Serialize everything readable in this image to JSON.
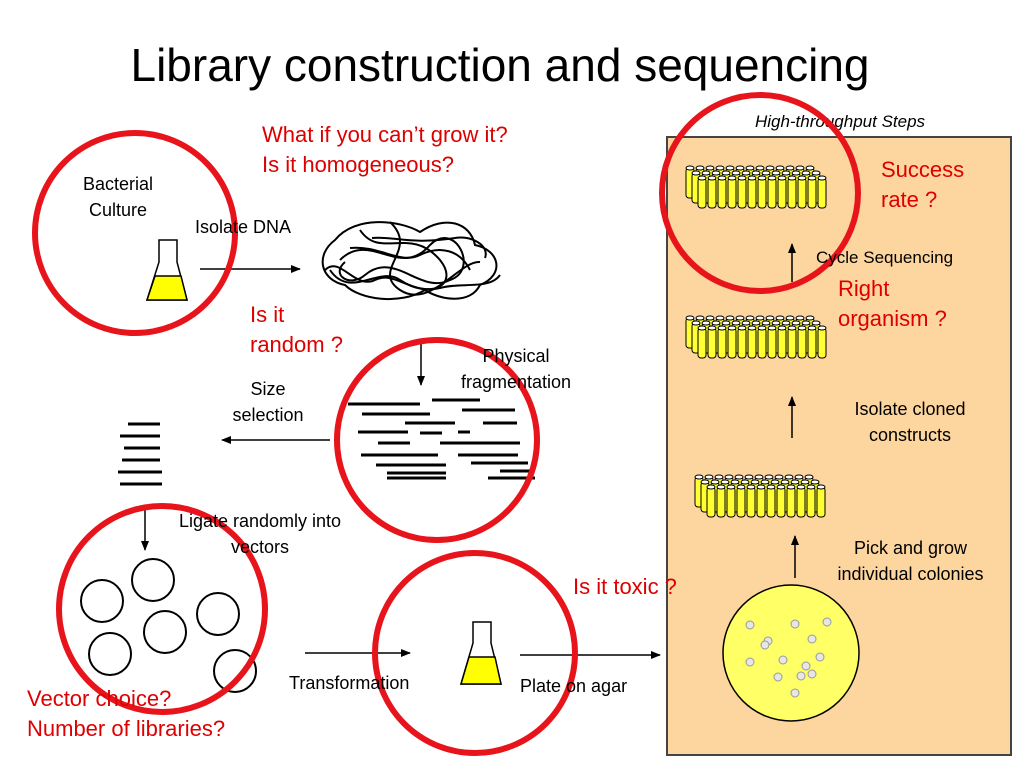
{
  "title": "Library construction and sequencing",
  "panel": {
    "title": "High-throughput Steps"
  },
  "labels": {
    "bacterial_culture_line1": "Bacterial",
    "bacterial_culture_line2": "Culture",
    "isolate_dna": "Isolate DNA",
    "physical_fragmentation_line1": "Physical",
    "physical_fragmentation_line2": "fragmentation",
    "size_selection_line1": "Size",
    "size_selection_line2": "selection",
    "ligate_line1": "Ligate randomly into",
    "ligate_line2": "vectors",
    "transformation": "Transformation",
    "plate_on_agar": "Plate on agar",
    "pick_and_grow_line1": "Pick and grow",
    "pick_and_grow_line2": "individual colonies",
    "isolate_cloned_line1": "Isolate cloned",
    "isolate_cloned_line2": "constructs",
    "cycle_sequencing": "Cycle Sequencing"
  },
  "questions": {
    "grow_line1": "What if you can’t grow it?",
    "grow_line2": "Is it homogeneous?",
    "random_line1": "Is it",
    "random_line2": "random ?",
    "vector_line1": "Vector choice?",
    "vector_line2": "Number of libraries?",
    "toxic": "Is it toxic ?",
    "success_line1": "Success",
    "success_line2": "rate ?",
    "organism_line1": "Right",
    "organism_line2": "organism ?"
  },
  "colors": {
    "highlight_circle": "#e8141b",
    "question_text": "#dd0000",
    "panel_fill": "#fdd59e",
    "culture_yellow": "#ffff00",
    "tube_yellow": "#ffff33"
  }
}
